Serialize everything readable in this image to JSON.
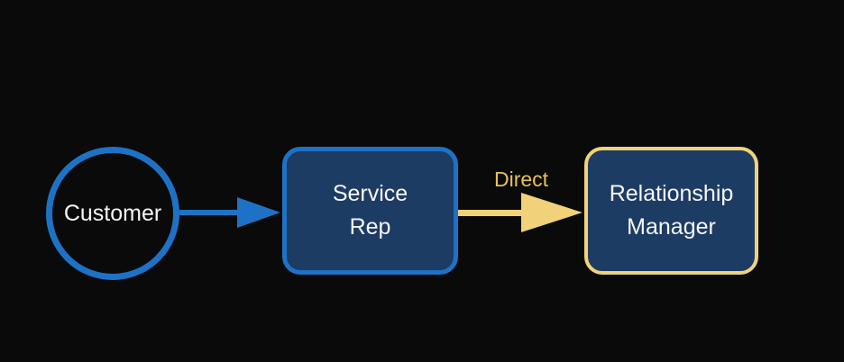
{
  "diagram": {
    "type": "flowchart",
    "nodes": {
      "customer": {
        "label": "Customer",
        "shape": "circle",
        "border_color": "#1e72c6",
        "fill": "transparent"
      },
      "service_rep": {
        "label_lines": [
          "Service",
          "Rep"
        ],
        "shape": "rounded-rect",
        "border_color": "#1e72c6",
        "fill": "#1d3c64"
      },
      "relationship_manager": {
        "label_lines": [
          "Relationship",
          "Manager"
        ],
        "shape": "rounded-rect",
        "border_color": "#f2d278",
        "fill": "#1d3c64"
      }
    },
    "edges": {
      "customer_to_service_rep": {
        "from": "customer",
        "to": "service_rep",
        "color": "#1e72c6"
      },
      "service_rep_to_relationship_manager": {
        "from": "service_rep",
        "to": "relationship_manager",
        "label": "Direct",
        "color": "#f2d278"
      }
    }
  },
  "colors": {
    "background": "#0a0a0a",
    "accent_blue": "#1e72c6",
    "node_fill": "#1d3c64",
    "accent_gold": "#f2d278",
    "gold_text": "#e9c05a",
    "text": "#f7f7f7"
  }
}
